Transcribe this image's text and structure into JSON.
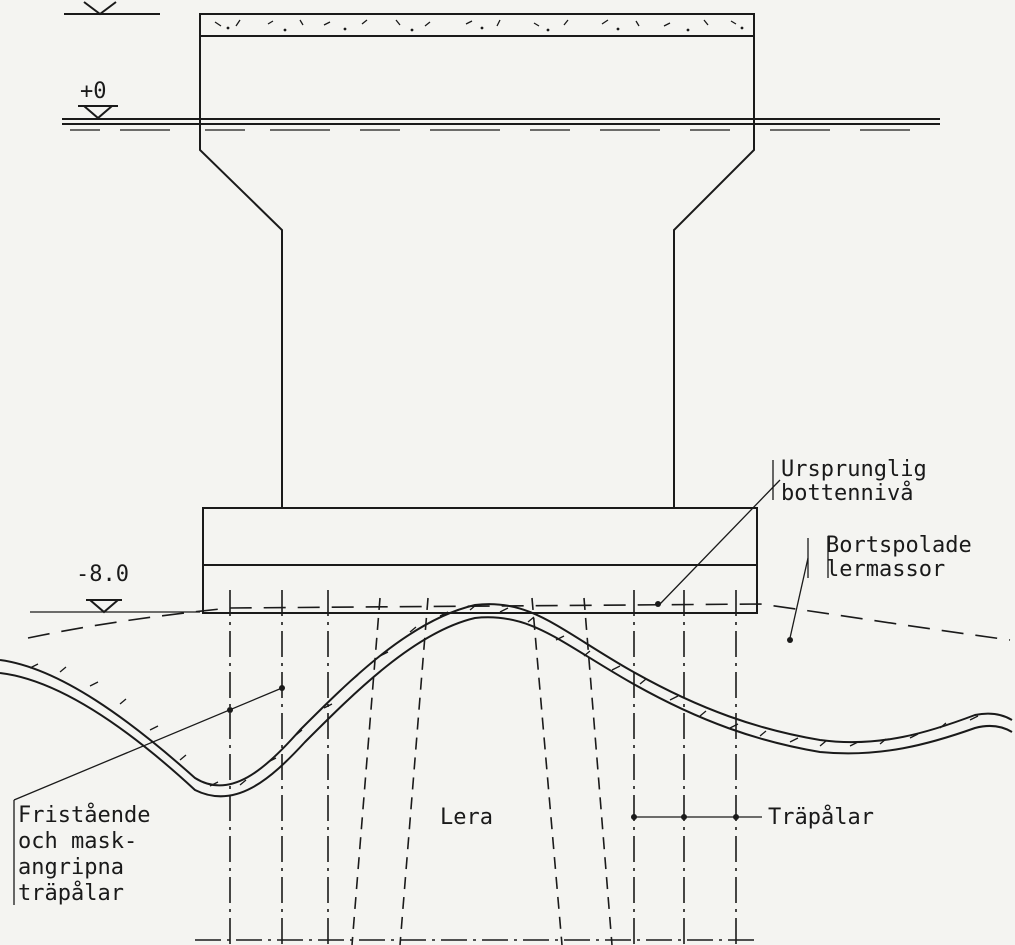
{
  "levels": {
    "zero": "+0",
    "bottom": "-8.0"
  },
  "labels": {
    "ursprunglig_1": "Ursprunglig",
    "ursprunglig_2": "bottennivå",
    "bortspolade_1": "Bortspolade",
    "bortspolade_2": "lermassor",
    "fristaende_1": "Fristående",
    "fristaende_2": "och mask-",
    "fristaende_3": "angripna",
    "fristaende_4": "träpålar",
    "lera": "Lera",
    "trapalar": "Träpålar"
  }
}
